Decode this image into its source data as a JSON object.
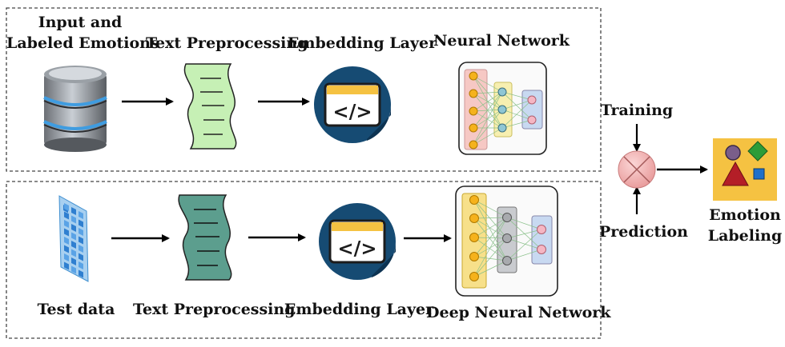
{
  "training_pipeline": {
    "step1_label_line1": "Input and",
    "step1_label_line2": "Labeled Emotions",
    "step2_label": "Text Preprocessing",
    "step3_label": "Embedding Layer",
    "step4_label": "Neural Network"
  },
  "testing_pipeline": {
    "step1_label": "Test data",
    "step2_label": "Text Preprocessing",
    "step3_label": "Embedding Layer",
    "step4_label": "Deep Neural Network"
  },
  "output": {
    "training_label": "Training",
    "prediction_label": "Prediction",
    "result_label_line1": "Emotion",
    "result_label_line2": "Labeling"
  },
  "icons": {
    "database": "database-icon",
    "document_train": "document-icon",
    "document_test": "document-icon",
    "code": "code-icon",
    "network": "neural-network-icon",
    "test_data": "data-grid-icon",
    "combine": "combine-icon",
    "shapes": "shapes-icon"
  },
  "colors": {
    "doc_train": "#c6f0b5",
    "doc_test": "#5c9e8e",
    "code_bg": "#164b73",
    "combine": "#f4b3b3",
    "shapes_bg": "#f5c242"
  }
}
